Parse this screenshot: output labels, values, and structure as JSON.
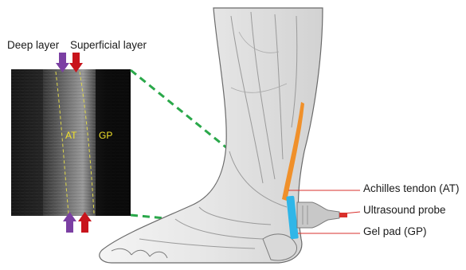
{
  "labels": {
    "deep_layer": "Deep layer",
    "superficial_layer": "Superficial layer",
    "ultrasound_at": "AT",
    "ultrasound_gp": "GP",
    "achilles": "Achilles tendon (AT)",
    "probe": "Ultrasound probe",
    "gel_pad": "Gel pad (GP)"
  },
  "colors": {
    "deep_arrow": "#7b3fa3",
    "superficial_arrow": "#c8141c",
    "dashed_connector": "#2aa84a",
    "tendon": "#f0902a",
    "gel_pad": "#2fb6e8",
    "pointer_line": "#d9302c",
    "boundary_dash": "#e0d84a"
  }
}
